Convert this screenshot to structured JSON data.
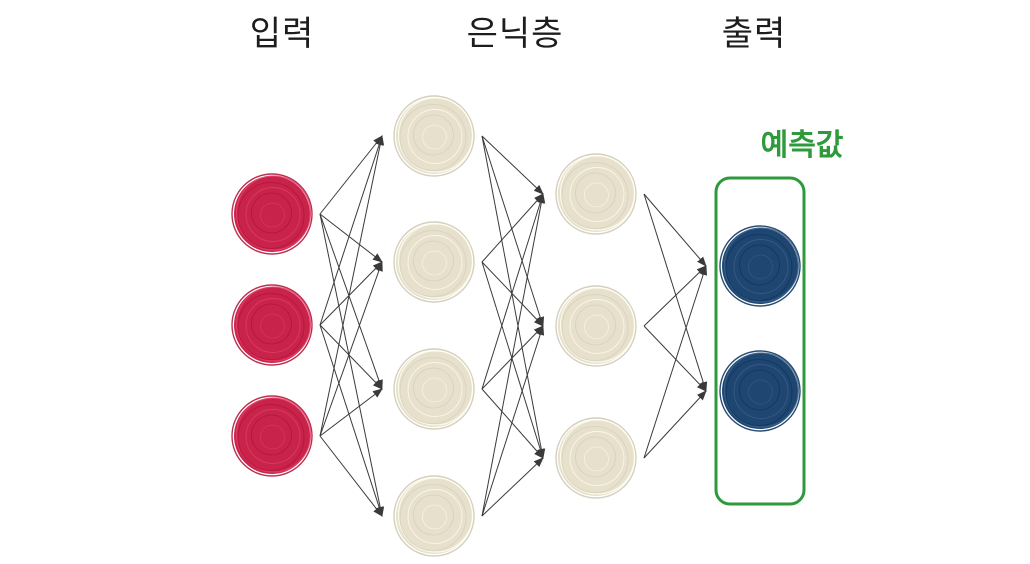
{
  "labels": {
    "input": "입력",
    "hidden": "은닉층",
    "output": "출력",
    "prediction": "예측값"
  },
  "layers": {
    "input": {
      "count": 3,
      "color": "#c8234a"
    },
    "hidden1": {
      "count": 4,
      "color": "#e6e0cc"
    },
    "hidden2": {
      "count": 3,
      "color": "#e6e0cc"
    },
    "output": {
      "count": 2,
      "color": "#1e4670"
    }
  },
  "colors": {
    "edge": "#3a3a3a",
    "prediction_box": "#2e9a3c"
  }
}
